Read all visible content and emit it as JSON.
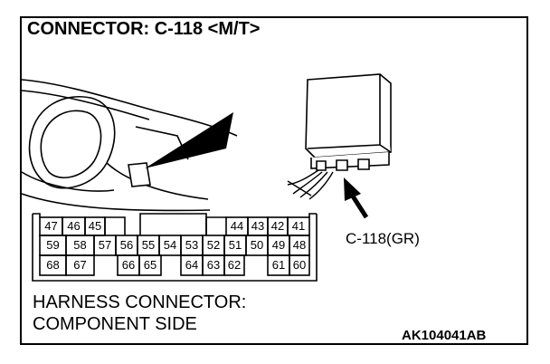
{
  "title": "CONNECTOR: C-118 <M/T>",
  "connector_label": "C-118(GR)",
  "caption_line1": "HARNESS CONNECTOR:",
  "caption_line2": "COMPONENT SIDE",
  "figure_code": "AK104041AB",
  "pins": {
    "row1_left": [
      "47",
      "46",
      "45"
    ],
    "row1_right": [
      "44",
      "43",
      "42",
      "41"
    ],
    "row2": [
      "59",
      "58",
      "57",
      "56",
      "55",
      "54",
      "53",
      "52",
      "51",
      "50",
      "49",
      "48"
    ],
    "row3_a": [
      "68",
      "67"
    ],
    "row3_b": [
      "66",
      "65"
    ],
    "row3_c": [
      "64",
      "63",
      "62"
    ],
    "row3_d": [
      "61",
      "60"
    ]
  }
}
